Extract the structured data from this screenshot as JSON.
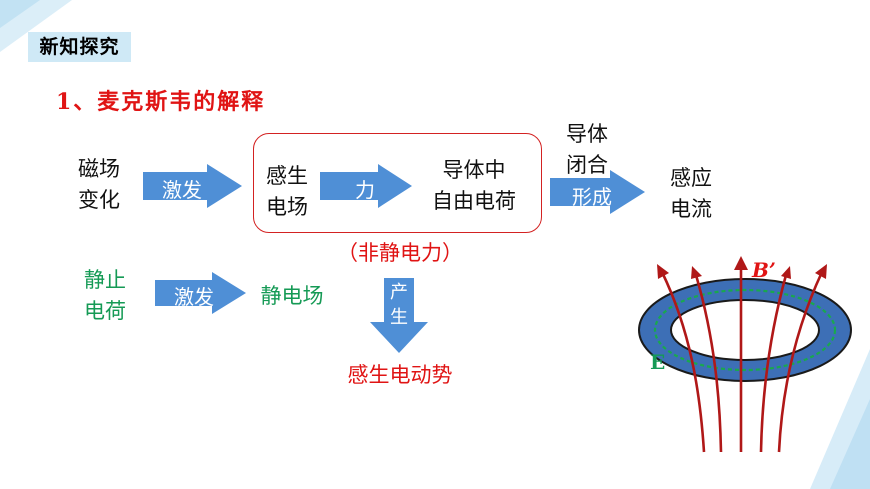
{
  "section_tag": "新知探究",
  "heading": "1、麦克斯韦的解释",
  "flow_top": {
    "source_line1": "磁场",
    "source_line2": "变化",
    "arrow1_label": "激发",
    "field_line1": "感生",
    "field_line2": "电场",
    "arrow2_label": "力",
    "charge_line1": "导体中",
    "charge_line2": "自由电荷",
    "condition_line1": "导体",
    "condition_line2": "闭合",
    "arrow3_label": "形成",
    "result_line1": "感应",
    "result_line2": "电流",
    "box_caption": "（非静电力）"
  },
  "flow_bottom": {
    "source_line1": "静止",
    "source_line2": "电荷",
    "arrow_label": "激发",
    "result": "静电场"
  },
  "down_arrow": {
    "label_line1": "产",
    "label_line2": "生",
    "result": "感生电动势"
  },
  "diagram": {
    "magnetic_label": "B’",
    "electric_label": "E"
  },
  "colors": {
    "arrow_fill": "#4f8fd6",
    "red": "#e01414",
    "green": "#159a55",
    "ring_fill": "#3d6fb6",
    "field_line": "#b01818"
  }
}
